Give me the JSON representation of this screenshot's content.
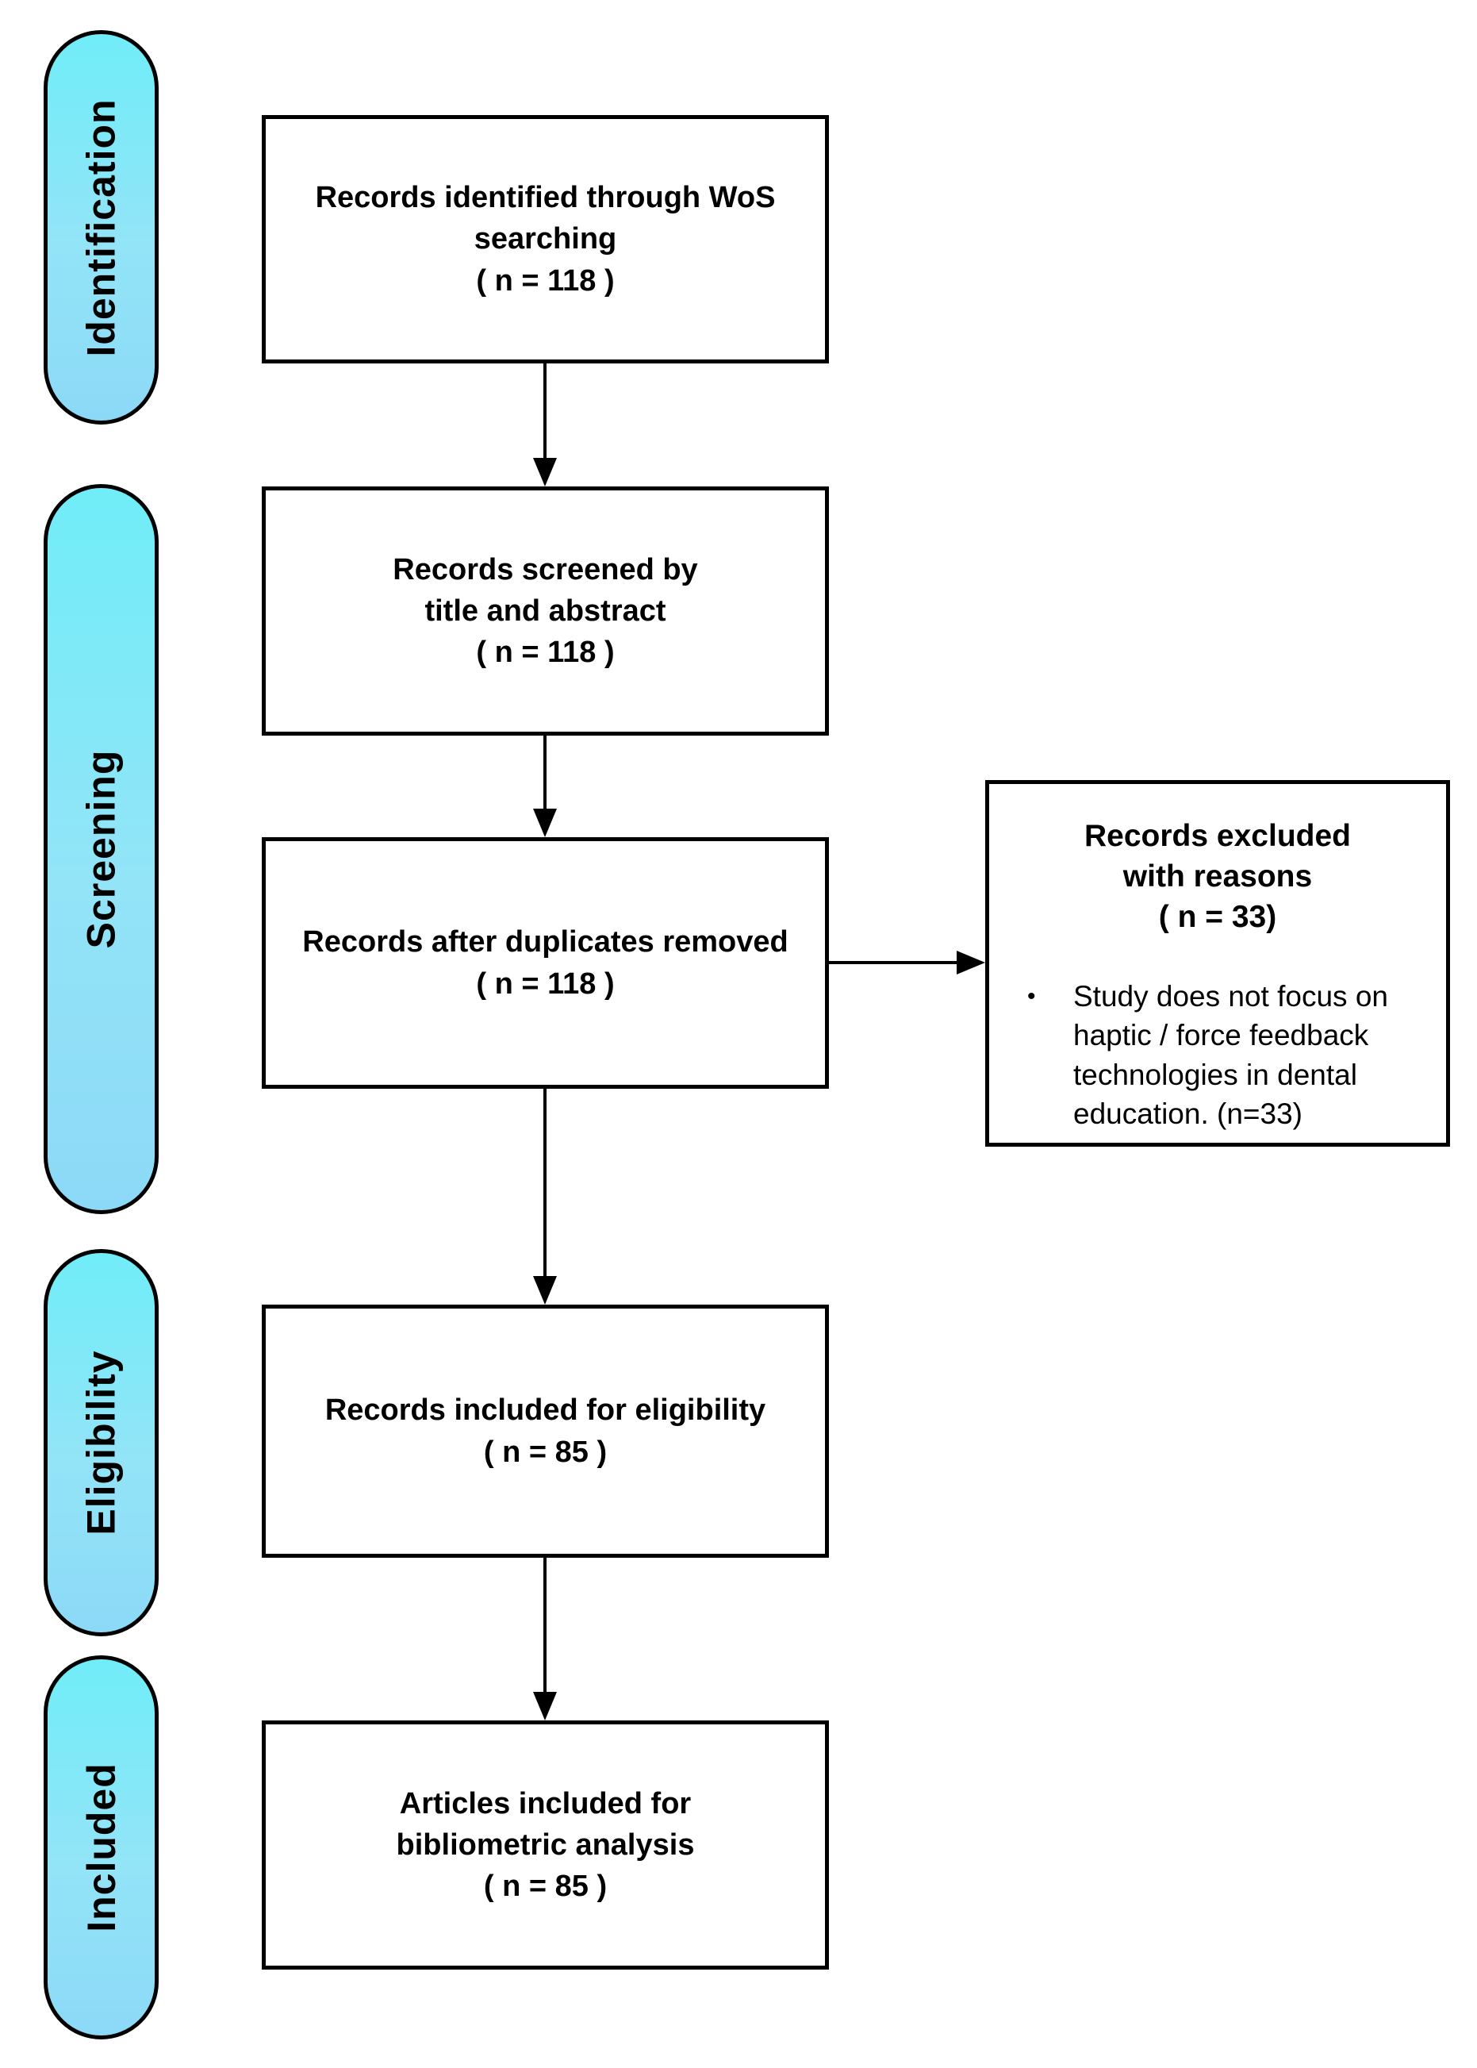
{
  "colors": {
    "stage_gradient_top": "#70EDF8",
    "stage_gradient_bottom": "#8CD9F7",
    "line_color": "#000000",
    "box_background": "#FFFFFF",
    "page_background": "#FFFFFF",
    "text_color": "#000000"
  },
  "stages": [
    {
      "label": "Identification"
    },
    {
      "label": "Screening"
    },
    {
      "label": "Eligibility"
    },
    {
      "label": "Included"
    }
  ],
  "flow_boxes": [
    {
      "lines": [
        "Records identified through WoS",
        "searching",
        "( n = 118 )"
      ]
    },
    {
      "lines": [
        "Records screened by",
        "title and abstract",
        "( n = 118 )"
      ]
    },
    {
      "lines": [
        "Records after duplicates removed",
        "( n = 118 )"
      ]
    },
    {
      "lines": [
        "Records included for eligibility",
        "( n = 85 )"
      ]
    },
    {
      "lines": [
        "Articles included for",
        "bibliometric analysis",
        "( n = 85 )"
      ]
    }
  ],
  "exclusion_box": {
    "header_lines": [
      "Records excluded",
      "with reasons",
      "( n = 33)"
    ],
    "bullet_marker": "•",
    "reasons": [
      "Study does not focus on haptic / force feedback technologies in dental education. (n=33)"
    ]
  }
}
